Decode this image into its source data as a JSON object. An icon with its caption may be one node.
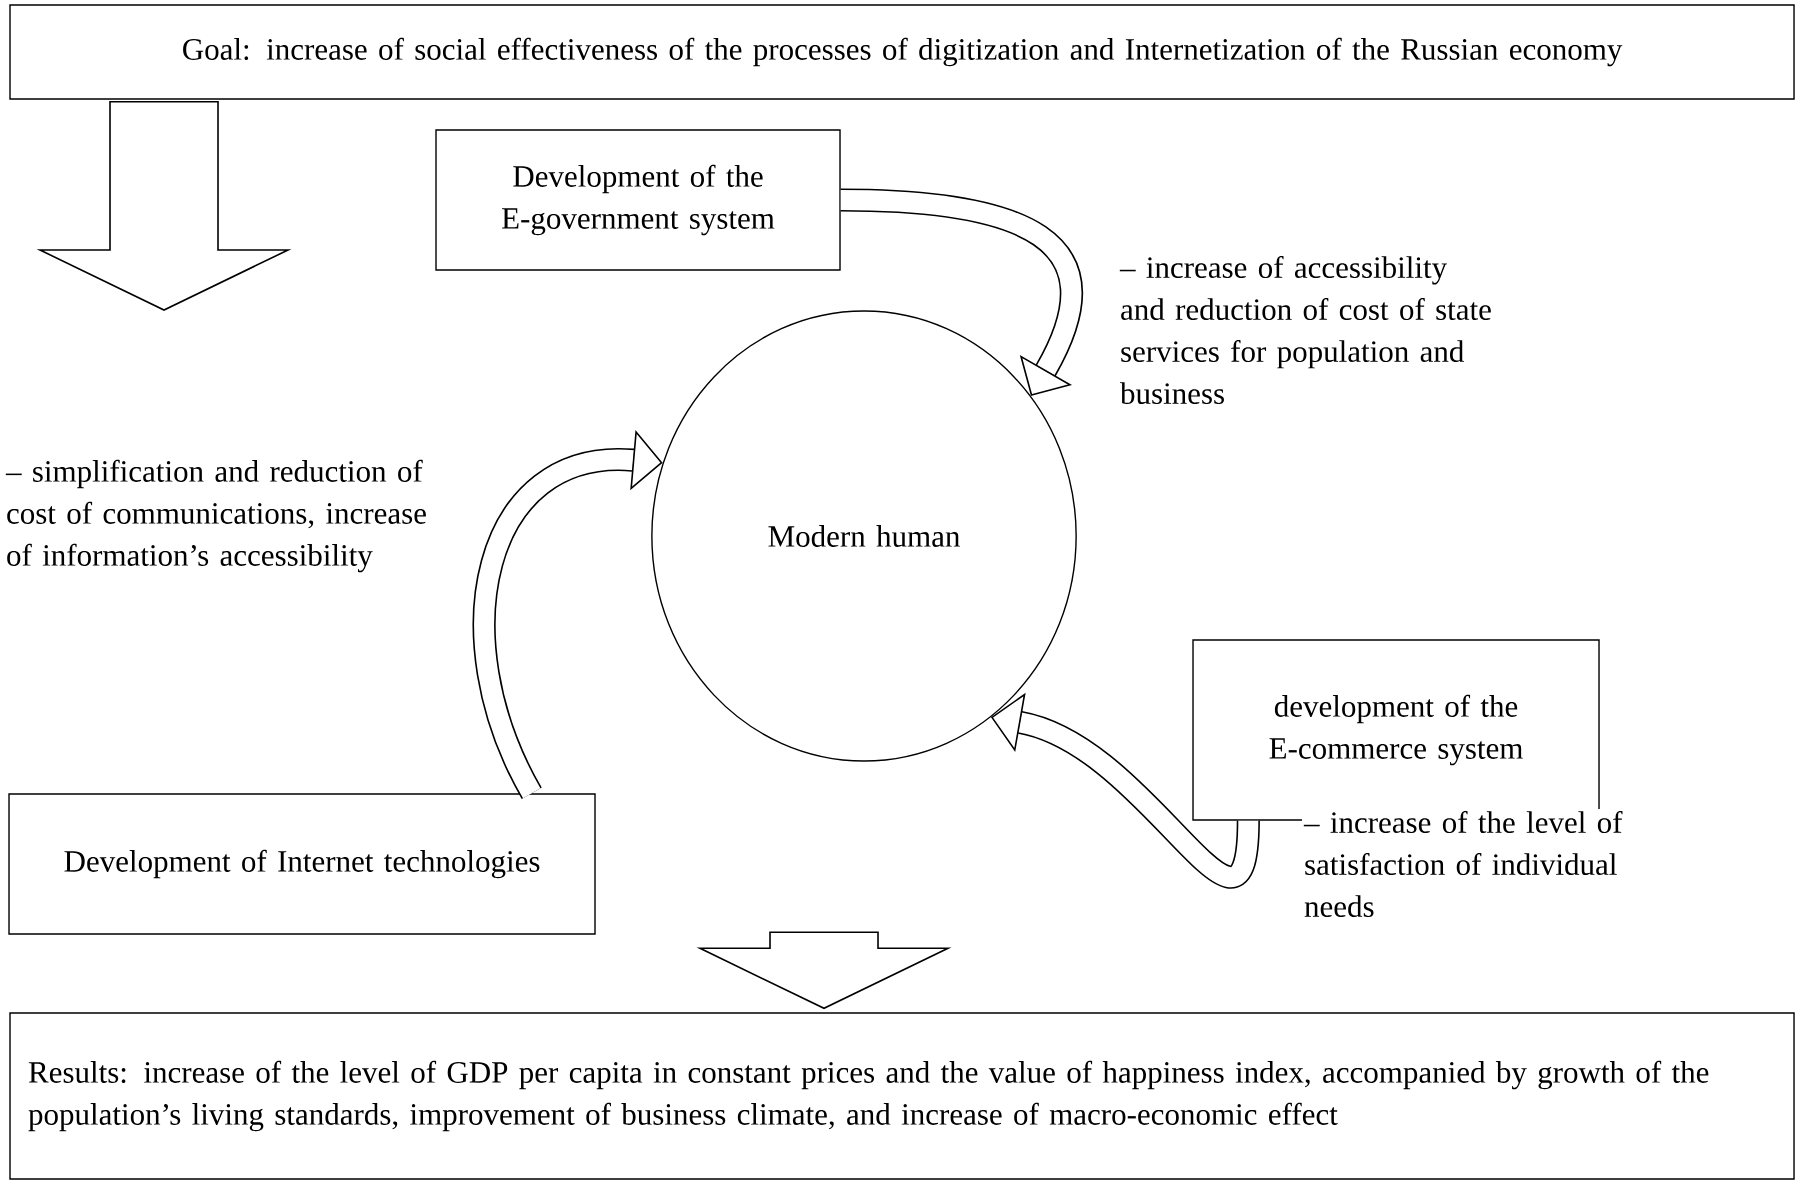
{
  "diagram": {
    "nodes": [
      {
        "text": [
          "Goal: increase of social effectiveness of the processes of digitization and Internetization of the Russian economy"
        ]
      },
      {
        "text": [
          "Development of the E-government system"
        ]
      },
      {
        "text": [
          "Modern human"
        ]
      },
      {
        "text": [
          "development of the E-commerce system"
        ]
      },
      {
        "text": [
          "Development of Internet technologies"
        ]
      },
      {
        "text": [
          "Results: increase of the level of GDP per capita in constant prices and the value of happiness index, accompanied by growth of the population’s living standards, improvement of business climate, and increase of macro-economic effect"
        ]
      }
    ],
    "edges": [
      {
        "from": 0,
        "to": null,
        "arrow": "to"
      },
      {
        "from": 1,
        "to": 2,
        "arrow": "to",
        "label": "– increase of accessibility and reduction of cost of state services for population and business"
      },
      {
        "from": 4,
        "to": 2,
        "arrow": "to",
        "label": "– simplification and reduction of cost of communications, increase of information’s accessibility"
      },
      {
        "from": 3,
        "to": 2,
        "arrow": "to",
        "label": "– increase of the level of satisfaction of individual needs"
      },
      {
        "from": 2,
        "to": 5,
        "arrow": "to"
      }
    ]
  }
}
